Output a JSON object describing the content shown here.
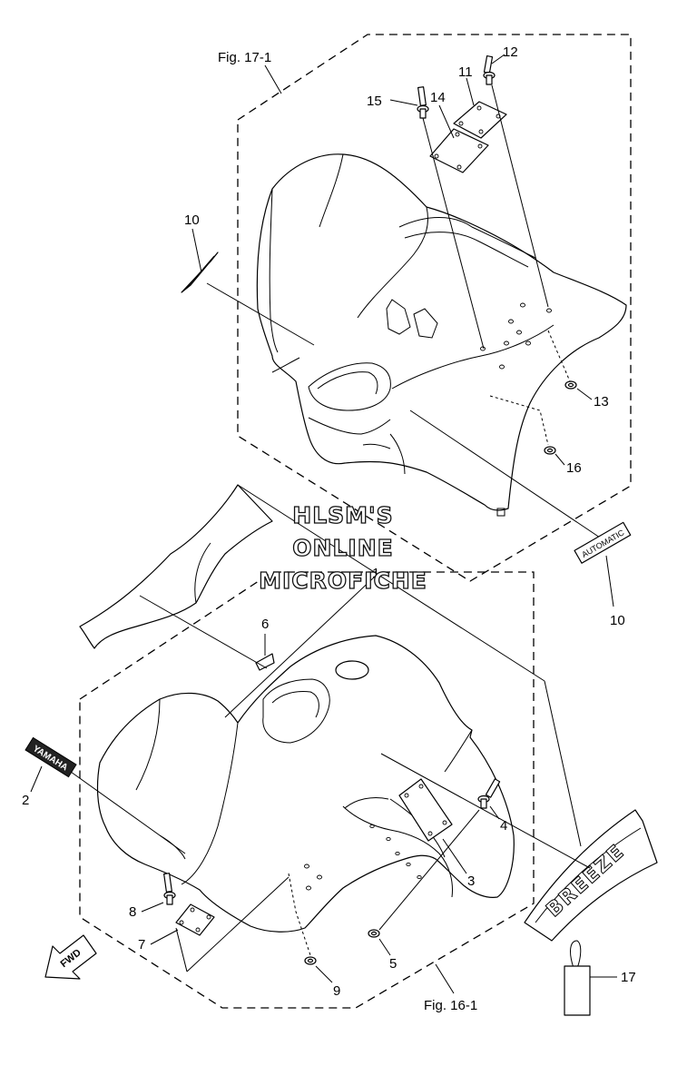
{
  "fig_labels": {
    "top": "Fig. 17-1",
    "bottom": "Fig. 16-1"
  },
  "watermark": {
    "line1": "HLSM'S",
    "line2": "ONLINE",
    "line3": "MICROFICHE"
  },
  "callouts": {
    "c1": "1",
    "c2": "2",
    "c3": "3",
    "c4": "4",
    "c5": "5",
    "c6": "6",
    "c7": "7",
    "c8": "8",
    "c9": "9",
    "c10a": "10",
    "c10b": "10",
    "c11": "11",
    "c12": "12",
    "c13": "13",
    "c14": "14",
    "c15": "15",
    "c16": "16",
    "c17": "17"
  },
  "decals": {
    "yamaha": "YAMAHA",
    "automatic": "AUTOMATIC",
    "breeze": "BREEZE",
    "fwd": "FWD"
  }
}
